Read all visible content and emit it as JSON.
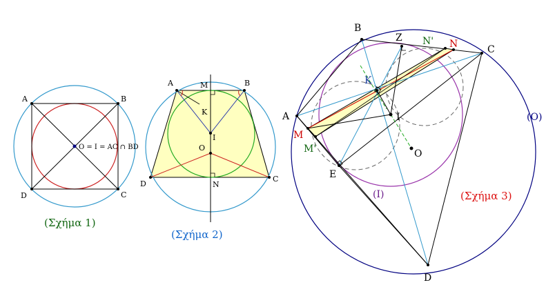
{
  "colors": {
    "circumcircle": "#3399cc",
    "incircle_fig1": "#cc2222",
    "incircle_fig2": "#22aa22",
    "fill_yellow": "#ffffc0",
    "outer_circle_fig3": "#000080",
    "incircle_fig3": "#9933aa",
    "caption1": "#116611",
    "caption2": "#1166cc",
    "caption3": "#dd1111",
    "label_blue": "#1a3a99",
    "label_red": "#cc0000",
    "label_green": "#116611",
    "label_purple": "#6a1b8a"
  },
  "figure1": {
    "caption": "(Σχήμα 1)",
    "labels": {
      "A": "A",
      "B": "B",
      "C": "C",
      "D": "D"
    },
    "center_label": "O = I = AC ∩ BD"
  },
  "figure2": {
    "caption": "(Σχήμα 2)",
    "labels": {
      "A": "A",
      "B": "B",
      "C": "C",
      "D": "D",
      "M": "M",
      "N": "N",
      "K": "K",
      "I": "I",
      "O": "O"
    }
  },
  "figure3": {
    "caption": "(Σχήμα 3)",
    "outer_circle_label": "(O)",
    "incircle_label": "(I)",
    "labels": {
      "A": "A",
      "B": "B",
      "C": "C",
      "D": "D",
      "E": "E",
      "Z": "Z",
      "I": "I",
      "O": "O",
      "K": "K",
      "M": "M",
      "N": "N",
      "M2": "M'",
      "N2": "N'"
    }
  }
}
